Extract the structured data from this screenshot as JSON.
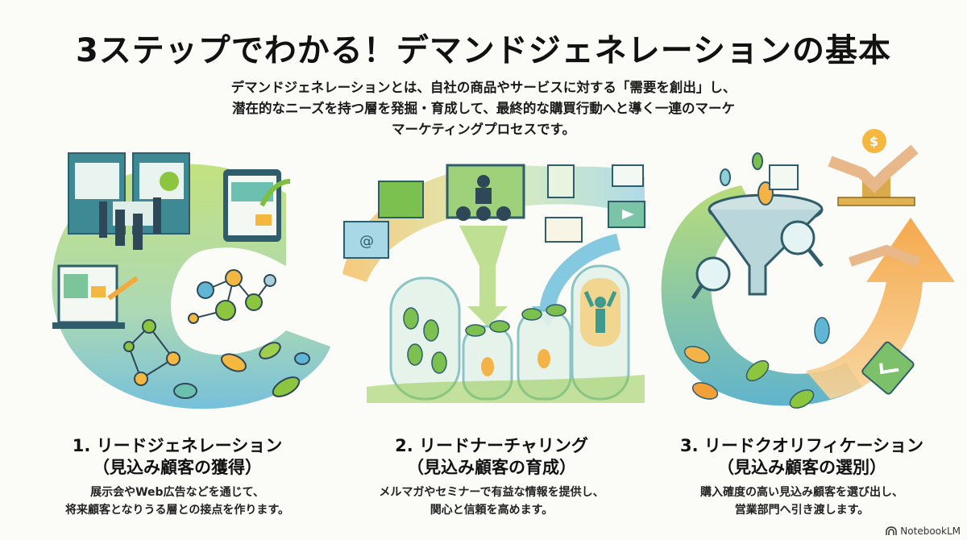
{
  "title": "3ステップでわかる！デマンドジェネレーションの基本",
  "intro": {
    "line1": "デマンドジェネレーションとは、自社の商品やサービスに対する「需要を創出」し、",
    "line2": "潜在的なニーズを持つ層を発掘・育成して、最終的な購買行動へと導く一連のマーケ",
    "line3": "マーケティングプロセスです。"
  },
  "steps": [
    {
      "heading": "1. リードジェネレーション",
      "subheading": "（見込み顧客の獲得）",
      "desc1": "展示会やWeb広告などを通じて、",
      "desc2": "将来顧客となりうる層との接点を作ります。",
      "illustration": "trade-show booth, tablet, laptop ads, network nodes, swirling leads"
    },
    {
      "heading": "2. リードナーチャリング",
      "subheading": "（見込み顧客の育成）",
      "desc1": "メルマガやセミナーで有益な情報を提供し、",
      "desc2": "関心と信頼を高めます。",
      "illustration": "emails, webinar screen, books, video, sprouting plants in glass domes"
    },
    {
      "heading": "3. リードクオリフィケーション",
      "subheading": "（見込み顧客の選別）",
      "desc1": "購入確度の高い見込み顧客を選び出し、",
      "desc2": "営業部門へ引き渡します。",
      "illustration": "funnel, magnifiers, checked tag, upward arrow, handshake with coin"
    }
  ],
  "brand": {
    "label": "NotebookLM"
  },
  "colors": {
    "green": "#8cc63f",
    "teal": "#3a9fb5",
    "orange": "#f4a93a",
    "dark": "#2f5d6b"
  }
}
